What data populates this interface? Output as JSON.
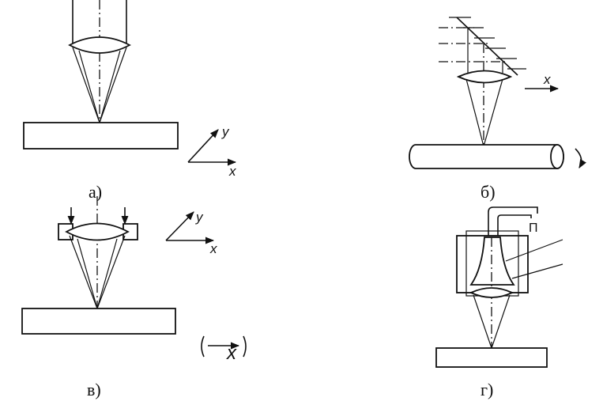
{
  "panels": {
    "a": {
      "caption": "а)",
      "axis_y": "y",
      "axis_x": "x"
    },
    "b": {
      "caption": "б)",
      "axis_x": "x"
    },
    "v": {
      "caption": "в)",
      "axis_y": "y",
      "axis_x": "x",
      "motion_label": "x"
    },
    "g": {
      "caption": "г)",
      "supply_symbol": "П"
    }
  }
}
